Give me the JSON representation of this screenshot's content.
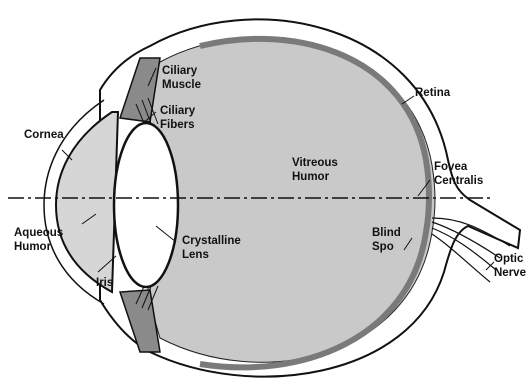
{
  "labels": {
    "ciliary_muscle": [
      "Ciliary",
      "Muscle"
    ],
    "ciliary_fibers": [
      "Ciliary",
      "Fibers"
    ],
    "retina": "Retina",
    "cornea": "Cornea",
    "vitreous_humor": [
      "Vitreous",
      "Humor"
    ],
    "fovea_centralis": [
      "Fovea",
      "Centralis"
    ],
    "aqueous_humor": [
      "Aqueous",
      "Humor"
    ],
    "crystalline_lens": [
      "Crystalline",
      "Lens"
    ],
    "blind_spot": [
      "Blind",
      "Spo"
    ],
    "iris": "Iris",
    "optic_nerve": [
      "Optic",
      "Nerve"
    ]
  },
  "colors": {
    "ink": "#111111",
    "shell": "#ffffff",
    "vitreous": "#c9c9c9",
    "retina_band": "#7a7a7a",
    "cornea_fill": "#d6d6d6",
    "ciliary": "#8a8a8a",
    "lens": "#ffffff"
  }
}
